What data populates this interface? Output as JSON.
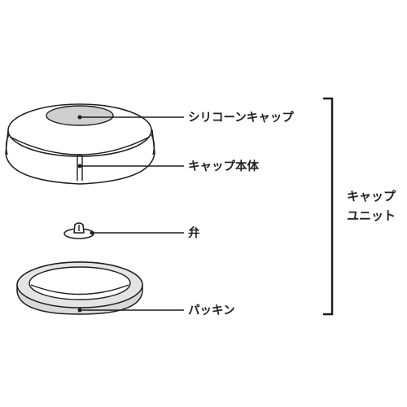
{
  "diagram": {
    "parts": {
      "silicone_cap": "シリコーンキャップ",
      "cap_body": "キャップ本体",
      "valve": "弁",
      "packing": "パッキン"
    },
    "group_label": {
      "line1": "キャップ",
      "line2": "ユニット"
    },
    "colors": {
      "outline": "#1e1e1e",
      "silicone_fill": "#cfcfcf",
      "ring_fill": "#d9d9d9",
      "background": "#ffffff"
    }
  }
}
